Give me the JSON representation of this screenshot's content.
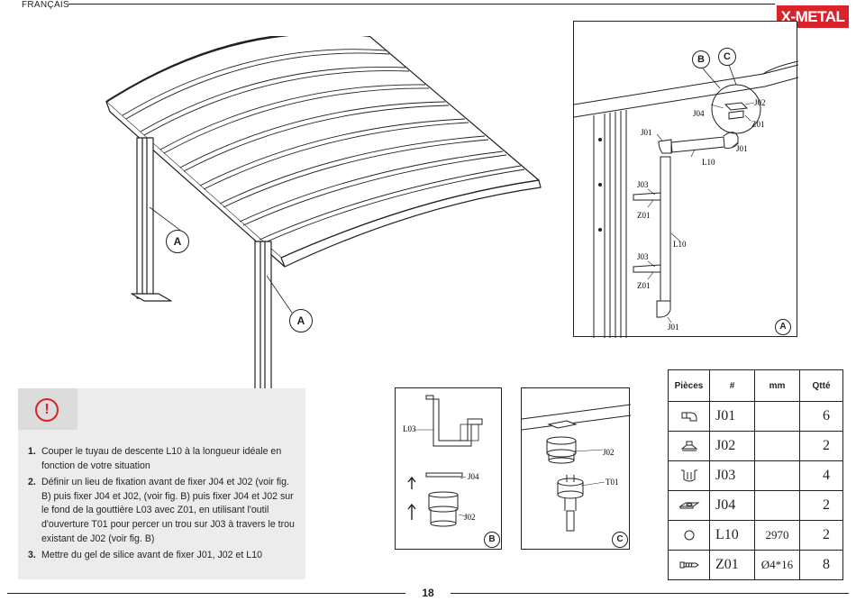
{
  "header": {
    "language": "FRANÇAIS",
    "brand": "X-METAL"
  },
  "page_number": "18",
  "overview": {
    "callouts": [
      "A",
      "A"
    ]
  },
  "figure_a": {
    "letter": "A",
    "labels": {
      "b": "B",
      "c": "C",
      "j02": "J02",
      "j04": "J04",
      "z01_top": "Z01",
      "j01_top": "J01",
      "j01_right": "J01",
      "l10_top": "L10",
      "j03_a": "J03",
      "z01_a": "Z01",
      "l10_mid": "L10",
      "j03_b": "J03",
      "z01_b": "Z01",
      "j01_bottom": "J01"
    }
  },
  "figure_b": {
    "letter": "B",
    "labels": {
      "l03": "L03",
      "j04": "J04",
      "j02": "J02"
    }
  },
  "figure_c": {
    "letter": "C",
    "labels": {
      "j02": "J02",
      "t01": "T01"
    }
  },
  "warning": {
    "icon": "exclamation-icon",
    "symbol": "!",
    "color": "#d8232a",
    "steps": [
      {
        "num": "1.",
        "text": "Couper le tuyau de descente L10 à la longueur idéale en fonction de votre situation"
      },
      {
        "num": "2.",
        "text": "Définir un lieu de fixation avant de fixer J04 et J02 (voir fig. B) puis fixer J04 et J02, (voir fig. B) puis fixer J04 et J02 sur le fond de la gouttière L03 avec Z01, en utilisant l'outil d'ouverture T01 pour percer un trou sur J03 à travers le trou existant de J02 (voir fig. B)"
      },
      {
        "num": "3.",
        "text": "Mettre du gel de silice avant de fixer J01, J02 et L10"
      }
    ]
  },
  "parts_table": {
    "headers": [
      "Pièces",
      "#",
      "mm",
      "Qtté"
    ],
    "rows": [
      {
        "icon": "elbow-icon",
        "code": "J01",
        "mm": "",
        "qty": "6"
      },
      {
        "icon": "connector-icon",
        "code": "J02",
        "mm": "",
        "qty": "2"
      },
      {
        "icon": "clip-icon",
        "code": "J03",
        "mm": "",
        "qty": "4"
      },
      {
        "icon": "bracket-icon",
        "code": "J04",
        "mm": "",
        "qty": "2"
      },
      {
        "icon": "ring-icon",
        "code": "L10",
        "mm": "2970",
        "qty": "2"
      },
      {
        "icon": "screw-icon",
        "code": "Z01",
        "mm": "Ø4*16",
        "qty": "8"
      }
    ]
  },
  "colors": {
    "brand": "#d8232a",
    "ink": "#231f20",
    "panel": "#ececec"
  }
}
